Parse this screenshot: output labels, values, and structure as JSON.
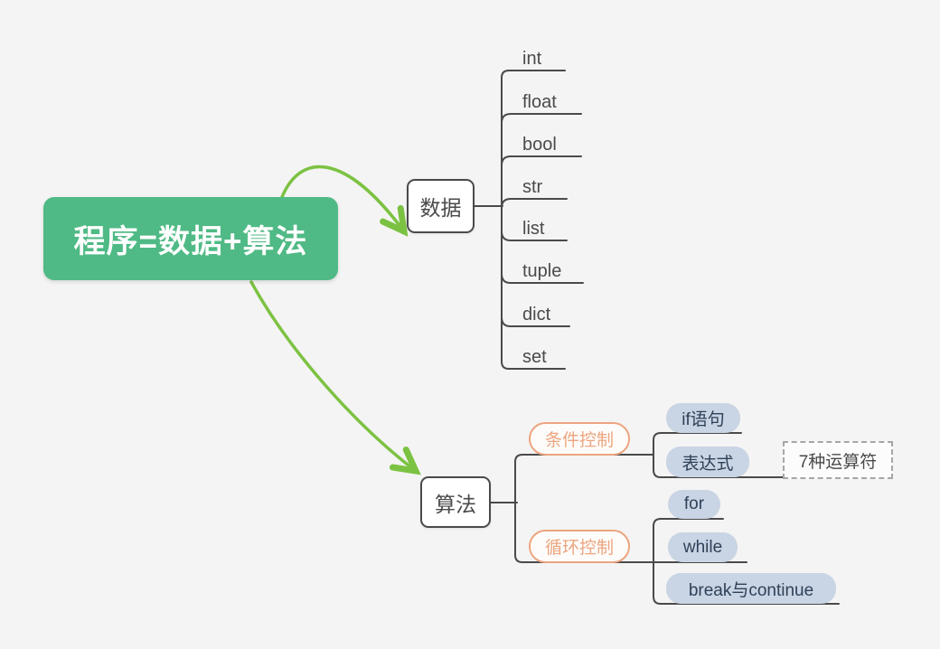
{
  "colors": {
    "background": "#F4F4F4",
    "root_fill": "#4FBA85",
    "root_text": "#FFFFFF",
    "arrow_green": "#7CC242",
    "connector_line": "#4A4A4A",
    "orange_accent": "#ECA57F",
    "blue_pill_fill": "#C9D4E4",
    "blue_pill_text": "#2F4158"
  },
  "root": {
    "label": "程序=数据+算法"
  },
  "branches": {
    "data": {
      "label": "数据",
      "children": [
        "int",
        "float",
        "bool",
        "str",
        "list",
        "tuple",
        "dict",
        "set"
      ]
    },
    "algo": {
      "label": "算法",
      "groups": [
        {
          "label": "条件控制",
          "children": [
            {
              "label": "if语句"
            },
            {
              "label": "表达式",
              "note": "7种运算符"
            }
          ]
        },
        {
          "label": "循环控制",
          "children": [
            {
              "label": "for"
            },
            {
              "label": "while"
            },
            {
              "label": "break与continue"
            }
          ]
        }
      ]
    }
  }
}
